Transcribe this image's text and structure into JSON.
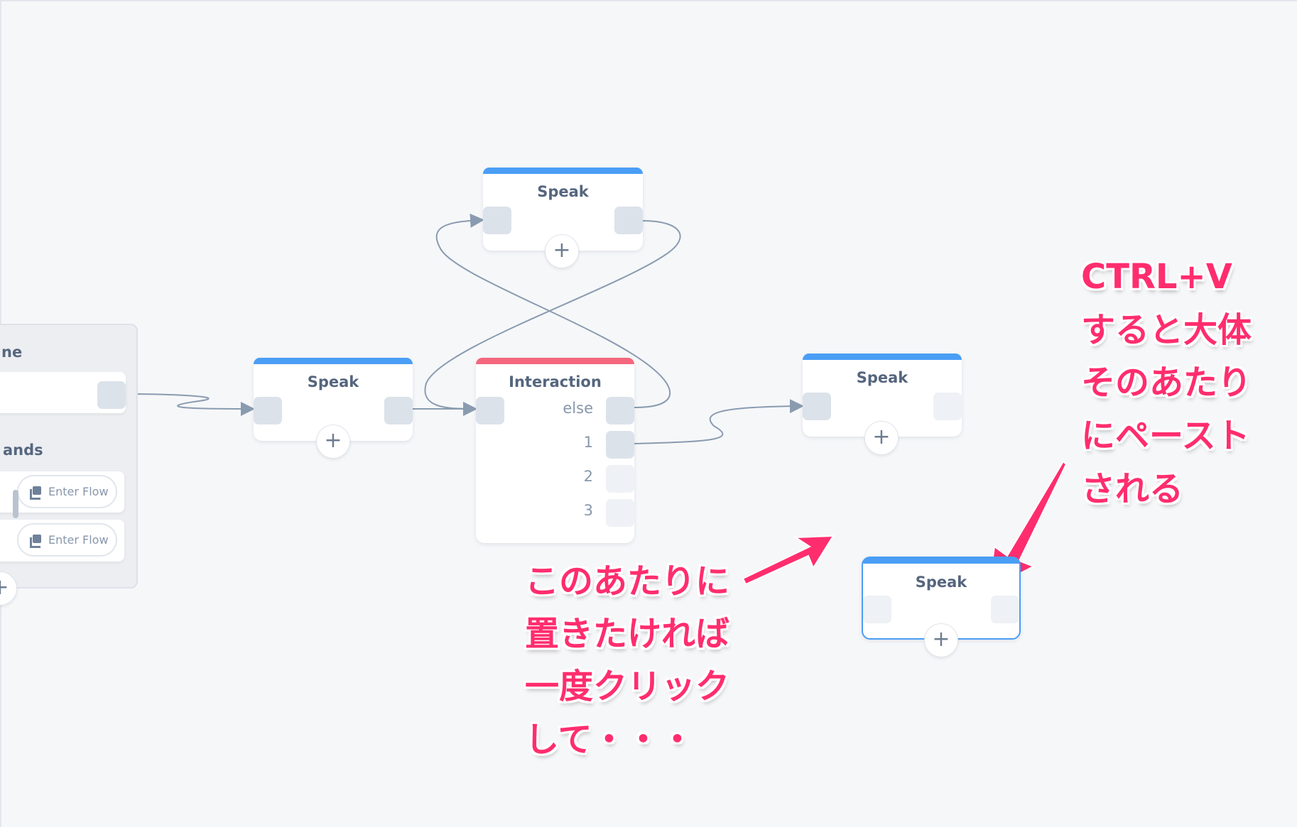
{
  "left_panel": {
    "heading_partial": "ne",
    "section_partial": "ands",
    "buttons": [
      {
        "label": "Enter Flow",
        "icon": "copy-stack-icon"
      },
      {
        "label": "Enter Flow",
        "icon": "copy-stack-icon"
      }
    ]
  },
  "nodes": {
    "speak_left": {
      "title": "Speak"
    },
    "speak_top": {
      "title": "Speak"
    },
    "interaction": {
      "title": "Interaction",
      "outputs": [
        "else",
        "1",
        "2",
        "3"
      ]
    },
    "speak_right": {
      "title": "Speak"
    },
    "speak_pasted": {
      "title": "Speak"
    }
  },
  "plus_symbol": "+",
  "annotations": {
    "right": [
      "CTRL+V",
      "すると大体",
      "そのあたり",
      "にペースト",
      "される"
    ],
    "center": [
      "このあたりに",
      "置きたければ",
      "一度クリック",
      "して・・・"
    ]
  },
  "colors": {
    "speak_bar": "#4a9ef5",
    "interaction_bar": "#f5677e",
    "annotation": "#ff2d6e",
    "edge": "#8a9bb0"
  }
}
